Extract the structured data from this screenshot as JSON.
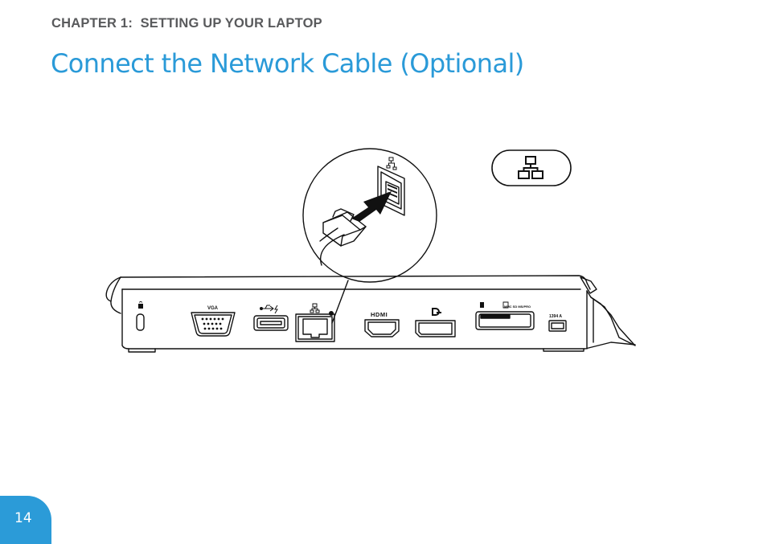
{
  "header": {
    "chapter": "CHAPTER 1:  SETTING UP YOUR LAPTOP",
    "title": "Connect the Network Cable (Optional)"
  },
  "ports": {
    "vga": "VGA",
    "hdmi": "HDMI",
    "card_reader": "MMC SD MS/PRO",
    "firewire": "1394 A"
  },
  "icons": [
    "lock-icon",
    "usb-icon",
    "network-icon",
    "displayport-icon",
    "network-symbol-icon"
  ],
  "footer": {
    "page_number": "14"
  },
  "colors": {
    "accent": "#2a9ad8",
    "chapter_text": "#595a5c",
    "line_art": "#111111"
  }
}
